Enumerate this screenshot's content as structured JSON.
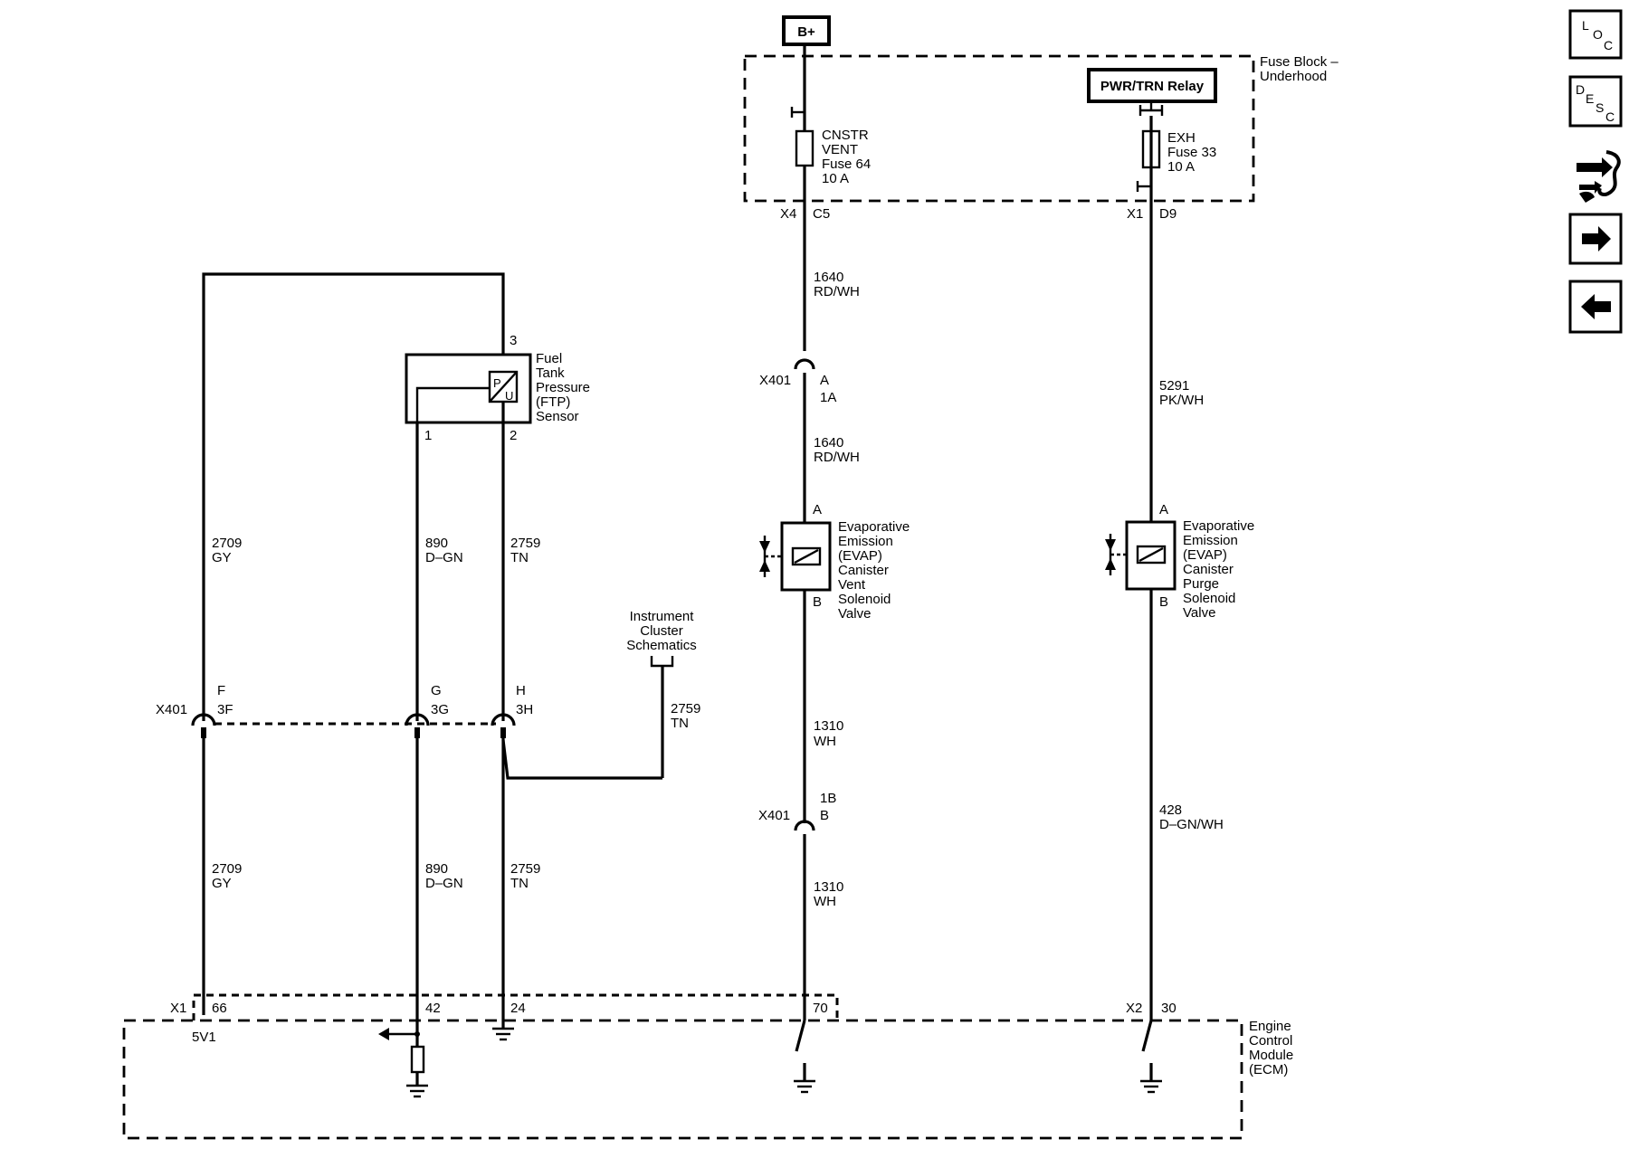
{
  "labels": {
    "b_plus": "B+",
    "fuse_block": [
      "Fuse Block –",
      "Underhood"
    ],
    "relay": "PWR/TRN Relay",
    "fuse64": [
      "CNSTR",
      "VENT",
      "Fuse 64",
      "10 A"
    ],
    "fuse33": [
      "EXH",
      "Fuse 33",
      "10 A"
    ],
    "x4": "X4",
    "c5": "C5",
    "x1_top": "X1",
    "d9": "D9",
    "w1640a": [
      "1640",
      "RD/WH"
    ],
    "x401_a": "X401",
    "pin_a": "A",
    "pin_1a": "1A",
    "w1640b": [
      "1640",
      "RD/WH"
    ],
    "w5291": [
      "5291",
      "PK/WH"
    ],
    "ftp_pin3": "3",
    "ftp_pin1": "1",
    "ftp_pin2": "2",
    "ftp_name": [
      "Fuel",
      "Tank",
      "Pressure",
      "(FTP)",
      "Sensor"
    ],
    "ftp_sym_p": "P",
    "ftp_sym_u": "U",
    "w2709a": [
      "2709",
      "GY"
    ],
    "w890a": [
      "890",
      "D–GN"
    ],
    "w2759a": [
      "2759",
      "TN"
    ],
    "sol_vent_a": "A",
    "sol_vent_b": "B",
    "sol_vent_name": [
      "Evaporative",
      "Emission",
      "(EVAP)",
      "Canister",
      "Vent",
      "Solenoid",
      "Valve"
    ],
    "sol_purge_a": "A",
    "sol_purge_b": "B",
    "sol_purge_name": [
      "Evaporative",
      "Emission",
      "(EVAP)",
      "Canister",
      "Purge",
      "Solenoid",
      "Valve"
    ],
    "ic_ref": [
      "Instrument",
      "Cluster",
      "Schematics"
    ],
    "x401_left": "X401",
    "f": "F",
    "f3": "3F",
    "g": "G",
    "g3": "3G",
    "h": "H",
    "h3": "3H",
    "w2759_ic": [
      "2759",
      "TN"
    ],
    "w1310a": [
      "1310",
      "WH"
    ],
    "x401_b": "X401",
    "pin_1b": "1B",
    "pin_b": "B",
    "w428": [
      "428",
      "D–GN/WH"
    ],
    "w1310b": [
      "1310",
      "WH"
    ],
    "w2709b": [
      "2709",
      "GY"
    ],
    "w890b": [
      "890",
      "D–GN"
    ],
    "w2759b": [
      "2759",
      "TN"
    ],
    "x1_bot": "X1",
    "p66": "66",
    "p42": "42",
    "p24": "24",
    "p70": "70",
    "x2": "X2",
    "p30": "30",
    "v5": "5V1",
    "ecm": [
      "Engine",
      "Control",
      "Module",
      "(ECM)"
    ]
  },
  "nav": {
    "loc": [
      "L",
      "O",
      "C"
    ],
    "desc": [
      "D",
      "E",
      "S",
      "C"
    ],
    "icons": [
      "location-icon",
      "description-icon",
      "connector-tools-icon",
      "next-arrow-icon",
      "previous-arrow-icon"
    ]
  }
}
